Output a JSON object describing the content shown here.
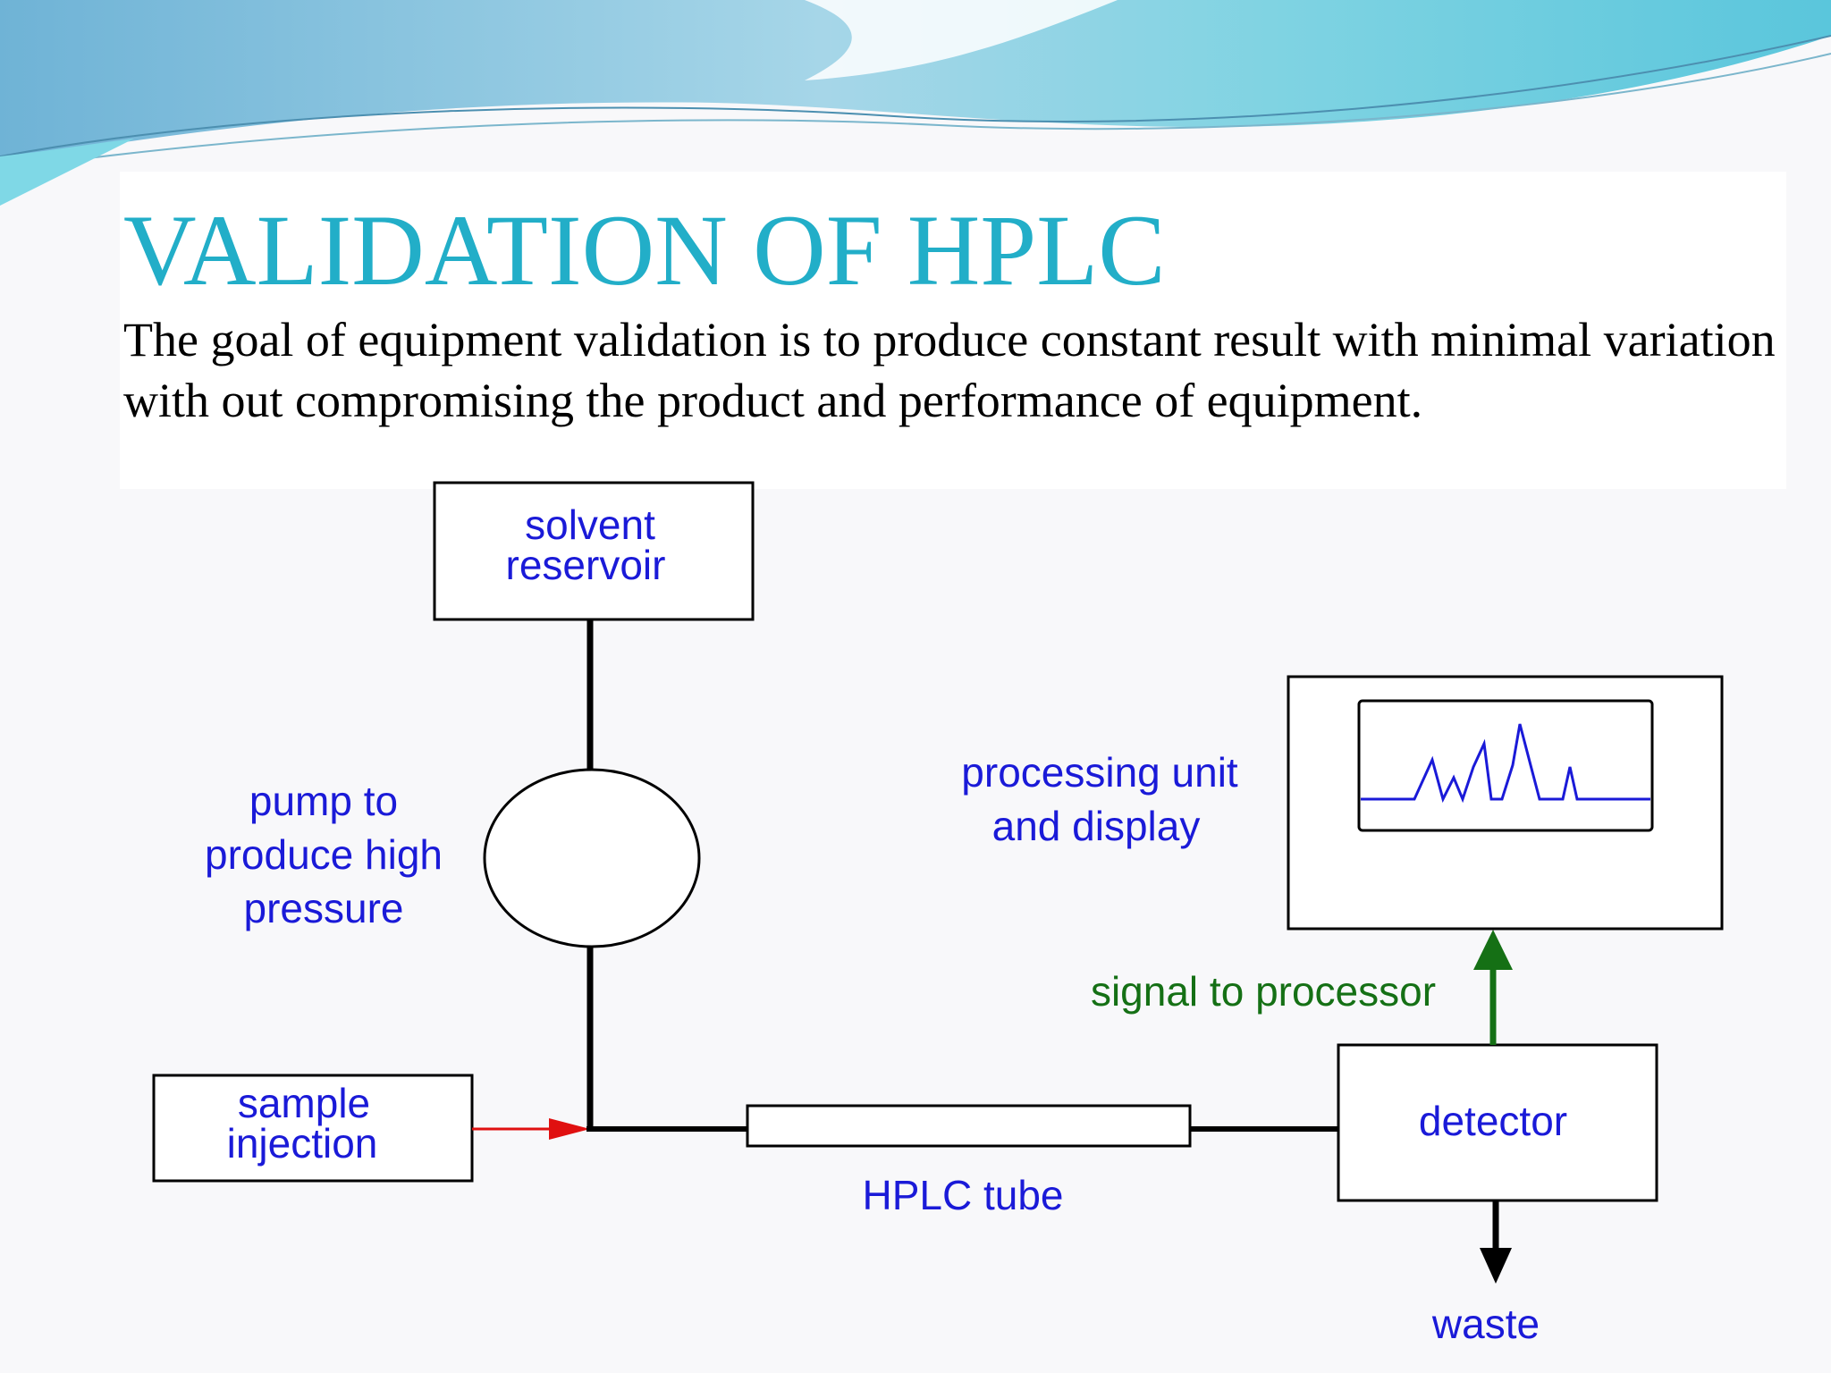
{
  "slide": {
    "title": "VALIDATION OF HPLC",
    "body": "The goal of equipment validation is to produce constant result with minimal variation with out compromising the product and performance of equipment."
  },
  "diagram": {
    "solvent_reservoir": [
      "solvent",
      "reservoir"
    ],
    "pump": [
      "pump to",
      "produce high",
      "pressure"
    ],
    "sample_injection": [
      "sample",
      "injection"
    ],
    "hplc_tube": "HPLC tube",
    "detector": "detector",
    "processing_unit": [
      "processing unit",
      "and display"
    ],
    "signal": "signal to processor",
    "waste": "waste"
  },
  "colors": {
    "title": "#22aec8",
    "label_blue": "#1a1ad8",
    "signal_green": "#157015",
    "injection_red": "#e01010",
    "banner": "#7fcfe0"
  }
}
